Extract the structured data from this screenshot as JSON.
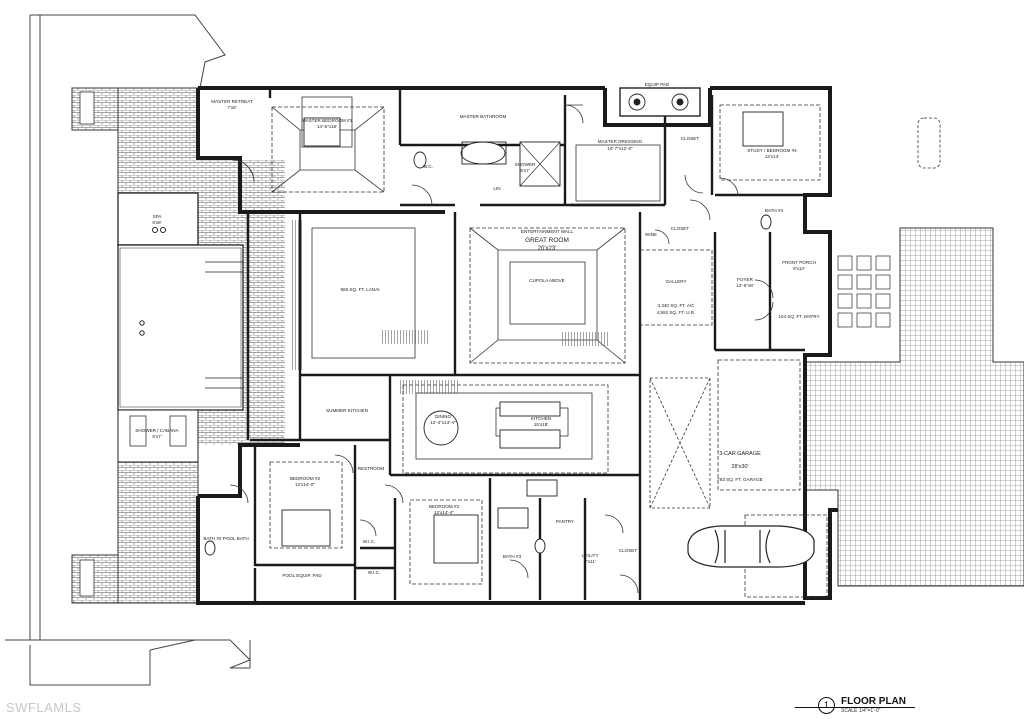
{
  "plan": {
    "title": "FLOOR PLAN",
    "number": "1",
    "scale": "SCALE 1/4\"=1'-0\"",
    "watermark": "SWFLAMLS"
  },
  "rooms": {
    "master_retreat": {
      "name": "MASTER RETREAT",
      "dims": "7'x8'"
    },
    "master_bedroom": {
      "name": "MASTER BEDROOM #1",
      "dims": "14'-5\"x18'"
    },
    "master_bath": {
      "name": "MASTER BATHROOM"
    },
    "master_dressing": {
      "name": "MASTER DRESSING",
      "dims": "10'-7\"x12'-0\""
    },
    "wc_master": {
      "name": "W.C."
    },
    "shower_master": {
      "name": "SHOWER",
      "dims": "6'x7'"
    },
    "linen": {
      "name": "LIN"
    },
    "equip_pad": {
      "name": "EQUIP PAD"
    },
    "closet_4": {
      "name": "CLOSET"
    },
    "bedroom_4": {
      "name": "STUDY / BEDROOM #4",
      "dims": "12'x14'"
    },
    "bath_4": {
      "name": "BATH #4"
    },
    "spa": {
      "name": "SPA",
      "dims": "6'x8'"
    },
    "lanai": {
      "name": "586 SQ. FT. LANAI"
    },
    "summer_kitchen": {
      "name": "SUMMER KITCHEN"
    },
    "great_room": {
      "name": "GREAT ROOM",
      "dims": "20'x23'",
      "note": "ENTERTAINMENT WALL",
      "ceiling": "CUPOLA ABOVE"
    },
    "wine": {
      "name": "WINE"
    },
    "closet_gr": {
      "name": "CLOSET"
    },
    "gallery": {
      "name": "GALLERY",
      "area_ac": "3,340 SQ. FT. A/C",
      "area_ub": "4,553 SQ. FT. U.R."
    },
    "foyer": {
      "name": "FOYER",
      "dims": "12'-6\"x8'"
    },
    "front_porch": {
      "name": "FRONT PORCH",
      "dims": "8'x14'",
      "area": "104 SQ. FT. ENTRY"
    },
    "dining": {
      "name": "DINING",
      "dims": "12'-4\"x13'-4\""
    },
    "kitchen": {
      "name": "KITCHEN",
      "dims": "15'x18'"
    },
    "restroom": {
      "name": "RESTROOM"
    },
    "bedroom_2": {
      "name": "BEDROOM #2",
      "dims": "12'x14'-0\""
    },
    "bath_2": {
      "name": "BATH #2 POOL BATH"
    },
    "wic_2": {
      "name": "W.I.C."
    },
    "bedroom_3": {
      "name": "BEDROOM #3",
      "dims": "12'x14'-4\""
    },
    "wic_3": {
      "name": "W.I.C."
    },
    "bath_3": {
      "name": "BATH #3"
    },
    "pantry": {
      "name": "PANTRY"
    },
    "utility": {
      "name": "UTILITY",
      "dims": "7'x11'"
    },
    "pool_equip": {
      "name": "POOL EQUIP. PAD"
    },
    "garage": {
      "name": "3-CAR GARAGE",
      "dims": "28'x30'",
      "area": "783 SQ. FT. GARAGE"
    },
    "shower_cabana": {
      "name": "SHOWER / CABANA",
      "dims": "6'x7'"
    },
    "closet_garage": {
      "name": "CLOSET"
    }
  },
  "colors": {
    "wall": "#1a1a1a",
    "line": "#333333",
    "hatch": "#9a9a9a",
    "paving": "#b5b5b5"
  }
}
